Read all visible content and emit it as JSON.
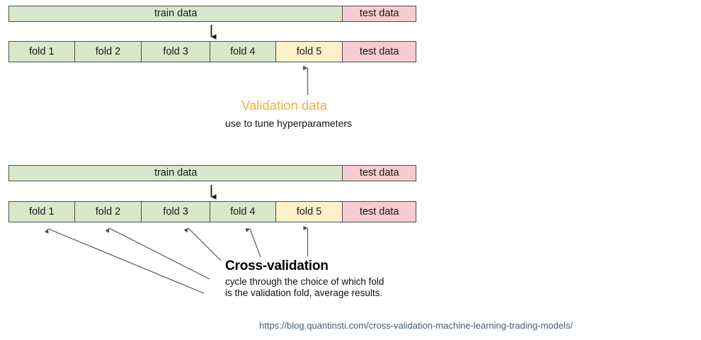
{
  "diagram": {
    "title_semantic": "k-fold cross-validation with held-out test data",
    "colors": {
      "train_fill": "#d7e8cb",
      "validation_fill": "#fdf0ca",
      "test_fill": "#f6ccd2",
      "border": "#4d4d4d",
      "accent_orange": "#eeb33c",
      "text": "#000000",
      "url_text": "#4a5a6a"
    }
  },
  "section_one": {
    "top_bar": {
      "segments": [
        {
          "label": "train data",
          "kind": "train"
        },
        {
          "label": "test data",
          "kind": "test"
        }
      ]
    },
    "fold_bar": {
      "segments": [
        {
          "label": "fold 1",
          "kind": "fold"
        },
        {
          "label": "fold 2",
          "kind": "fold"
        },
        {
          "label": "fold 3",
          "kind": "fold"
        },
        {
          "label": "fold 4",
          "kind": "fold"
        },
        {
          "label": "fold 5",
          "kind": "valid"
        },
        {
          "label": "test data",
          "kind": "test"
        }
      ]
    },
    "callout": {
      "title": "Validation data",
      "subtitle": "use to tune hyperparameters"
    }
  },
  "section_two": {
    "top_bar": {
      "segments": [
        {
          "label": "train data",
          "kind": "train"
        },
        {
          "label": "test data",
          "kind": "test"
        }
      ]
    },
    "fold_bar": {
      "segments": [
        {
          "label": "fold 1",
          "kind": "fold"
        },
        {
          "label": "fold 2",
          "kind": "fold"
        },
        {
          "label": "fold 3",
          "kind": "fold"
        },
        {
          "label": "fold 4",
          "kind": "fold"
        },
        {
          "label": "fold 5",
          "kind": "valid"
        },
        {
          "label": "test data",
          "kind": "test"
        }
      ]
    },
    "callout": {
      "title": "Cross-validation",
      "body_line_1": "cycle through the choice of which fold",
      "body_line_2": "is the validation fold, average results."
    }
  },
  "footer": {
    "source_url": "https://blog.quantinsti.com/cross-validation-machine-learning-trading-models/"
  }
}
